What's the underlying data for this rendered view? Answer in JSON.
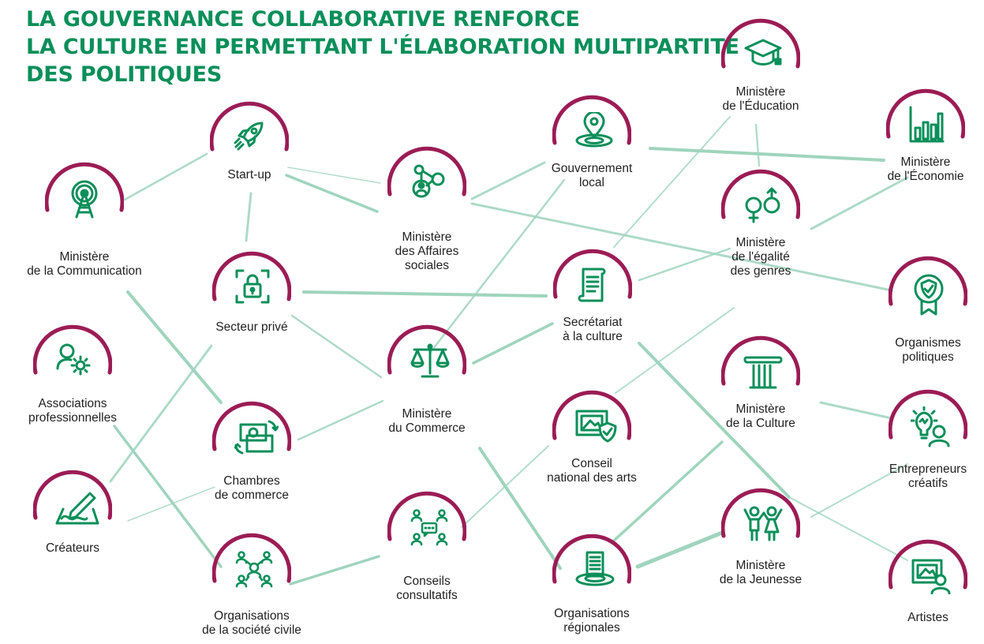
{
  "title": {
    "lines": [
      "LA GOUVERNANCE COLLABORATIVE RENFORCE",
      "LA CULTURE EN PERMETTANT L'ÉLABORATION MULTIPARTITE",
      "DES POLITIQUES"
    ]
  },
  "colors": {
    "title": "#0a8f5a",
    "arc": "#9b1c55",
    "icon": "#0a8f5a",
    "link": "#9fd4bd"
  },
  "nodes": [
    {
      "id": "startup",
      "icon": "rocket-icon",
      "lines": [
        "Start-up"
      ]
    },
    {
      "id": "ministere-communication",
      "icon": "radio-tower-icon",
      "lines": [
        "Ministère",
        "de la Communication"
      ]
    },
    {
      "id": "ministere-affaires-sociales",
      "icon": "people-network-icon",
      "lines": [
        "Ministère",
        "des Affaires",
        "sociales"
      ]
    },
    {
      "id": "gouvernement-local",
      "icon": "location-pin-icon",
      "lines": [
        "Gouvernement",
        "local"
      ]
    },
    {
      "id": "ministere-education",
      "icon": "graduation-cap-icon",
      "lines": [
        "Ministère",
        "de l'Éducation"
      ]
    },
    {
      "id": "ministere-economie",
      "icon": "bar-chart-icon",
      "lines": [
        "Ministère",
        "de l'Économie"
      ]
    },
    {
      "id": "ministere-egalite-genres",
      "icon": "gender-symbols-icon",
      "lines": [
        "Ministère",
        "de l'égalité",
        "des genres"
      ]
    },
    {
      "id": "secteur-prive",
      "icon": "padlock-icon",
      "lines": [
        "Secteur privé"
      ]
    },
    {
      "id": "secretariat-culture",
      "icon": "scroll-document-icon",
      "lines": [
        "Secrétariat",
        "à la culture"
      ]
    },
    {
      "id": "organismes-politiques",
      "icon": "shield-badge-icon",
      "lines": [
        "Organismes",
        "politiques"
      ]
    },
    {
      "id": "associations-professionnelles",
      "icon": "person-gear-icon",
      "lines": [
        "Associations",
        "professionnelles"
      ]
    },
    {
      "id": "ministere-commerce",
      "icon": "balance-scale-icon",
      "lines": [
        "Ministère",
        "du Commerce"
      ]
    },
    {
      "id": "ministere-culture",
      "icon": "column-icon",
      "lines": [
        "Ministère",
        "de la Culture"
      ]
    },
    {
      "id": "chambres-commerce",
      "icon": "money-exchange-icon",
      "lines": [
        "Chambres",
        "de commerce"
      ]
    },
    {
      "id": "conseil-national-arts",
      "icon": "framed-art-shield-icon",
      "lines": [
        "Conseil",
        "national des arts"
      ]
    },
    {
      "id": "entrepreneurs-creatifs",
      "icon": "lightbulb-person-icon",
      "lines": [
        "Entrepreneurs",
        "créatifs"
      ]
    },
    {
      "id": "createurs",
      "icon": "pencil-drawing-icon",
      "lines": [
        "Créateurs"
      ]
    },
    {
      "id": "conseils-consultatifs",
      "icon": "discussion-group-icon",
      "lines": [
        "Conseils",
        "consultatifs"
      ]
    },
    {
      "id": "ministere-jeunesse",
      "icon": "children-icon",
      "lines": [
        "Ministère",
        "de la Jeunesse"
      ]
    },
    {
      "id": "organisations-societe-civile",
      "icon": "community-network-icon",
      "lines": [
        "Organisations",
        "de la société civile"
      ]
    },
    {
      "id": "organisations-regionales",
      "icon": "document-platform-icon",
      "lines": [
        "Organisations",
        "régionales"
      ]
    },
    {
      "id": "artistes",
      "icon": "painting-artist-icon",
      "lines": [
        "Artistes"
      ]
    }
  ]
}
